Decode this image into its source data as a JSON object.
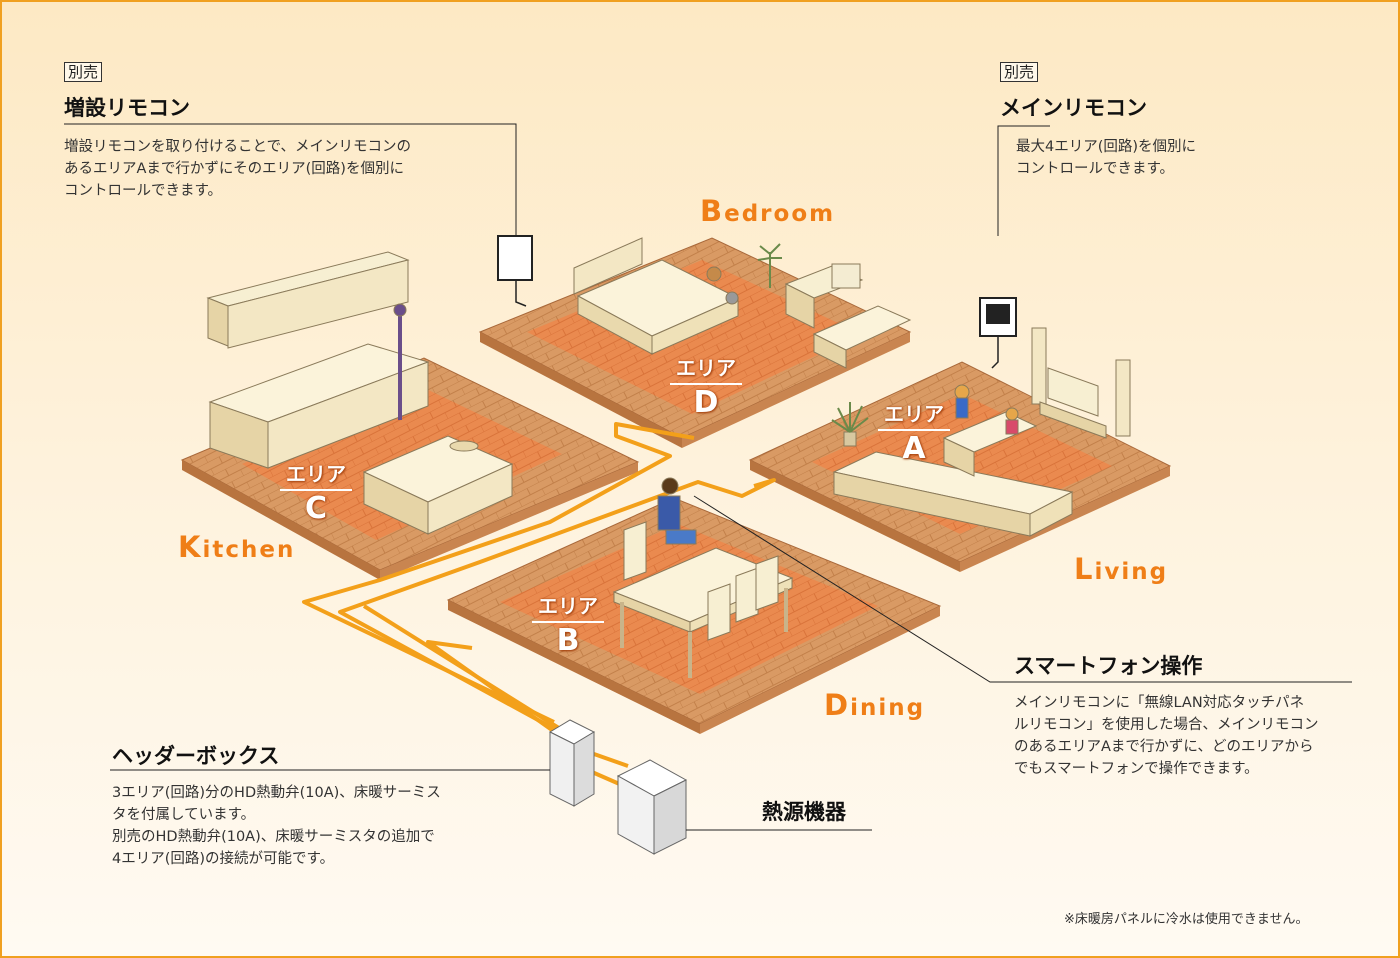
{
  "colors": {
    "border": "#f0a020",
    "pipe": "#f3a01a",
    "floor_wood": "#d99a64",
    "floor_heat": "#ea8a4f",
    "accent_text": "#ef7e17"
  },
  "sub_remote": {
    "tag": "別売",
    "title": "増設リモコン",
    "lines": [
      "増設リモコンを取り付けることで、メインリモコンの",
      "あるエリアAまで行かずにそのエリア(回路)を個別に",
      "コントロールできます。"
    ]
  },
  "main_remote": {
    "tag": "別売",
    "title": "メインリモコン",
    "lines": [
      "最大4エリア(回路)を個別に",
      "コントロールできます。"
    ]
  },
  "smartphone": {
    "title": "スマートフォン操作",
    "lines": [
      "メインリモコンに「無線LAN対応タッチパネ",
      "ルリモコン」を使用した場合、メインリモコン",
      "のあるエリアAまで行かずに、どのエリアから",
      "でもスマートフォンで操作できます。"
    ]
  },
  "header_box": {
    "title": "ヘッダーボックス",
    "lines": [
      "3エリア(回路)分のHD熱動弁(10A)、床暖サーミス",
      "タを付属しています。",
      "別売のHD熱動弁(10A)、床暖サーミスタの追加で",
      "4エリア(回路)の接続が可能です。"
    ]
  },
  "heat_source": {
    "title": "熱源機器"
  },
  "rooms": {
    "bedroom": {
      "cap": "B",
      "rest": "edroom",
      "area_label": "エリア",
      "area_letter": "D"
    },
    "kitchen": {
      "cap": "K",
      "rest": "itchen",
      "area_label": "エリア",
      "area_letter": "C"
    },
    "living": {
      "cap": "L",
      "rest": "iving",
      "area_label": "エリア",
      "area_letter": "A"
    },
    "dining": {
      "cap": "D",
      "rest": "ining",
      "area_label": "エリア",
      "area_letter": "B"
    }
  },
  "footnote": "※床暖房パネルに冷水は使用できません。"
}
